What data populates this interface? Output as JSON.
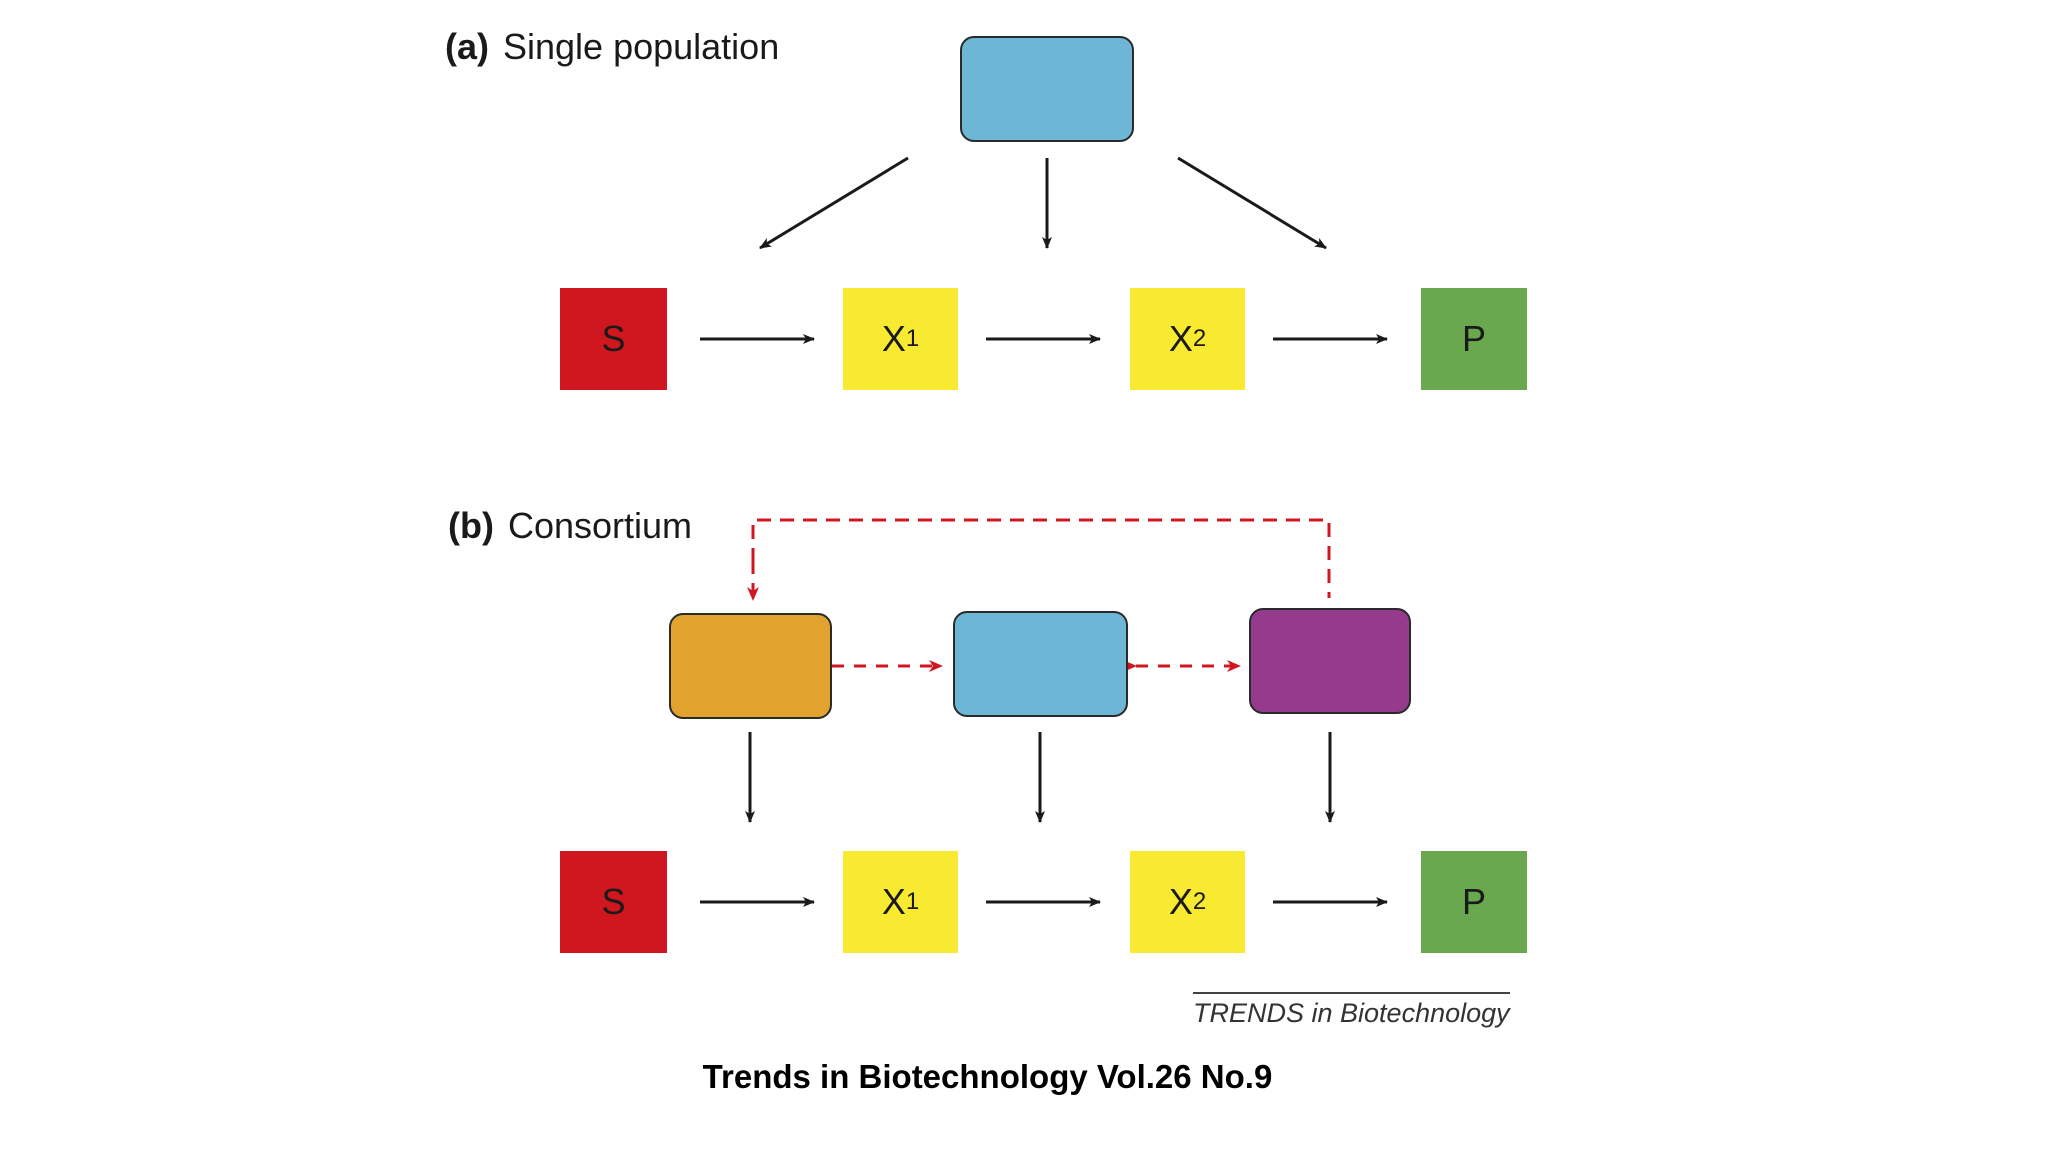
{
  "panel_a": {
    "tag": "(a)",
    "title": "Single population",
    "nodes": [
      {
        "main": "S",
        "sub": ""
      },
      {
        "main": "X",
        "sub": "1"
      },
      {
        "main": "X",
        "sub": "2"
      },
      {
        "main": "P",
        "sub": ""
      }
    ]
  },
  "panel_b": {
    "tag": "(b)",
    "title": "Consortium",
    "nodes": [
      {
        "main": "S",
        "sub": ""
      },
      {
        "main": "X",
        "sub": "1"
      },
      {
        "main": "X",
        "sub": "2"
      },
      {
        "main": "P",
        "sub": ""
      }
    ]
  },
  "colors": {
    "substrate": "#d0161f",
    "intermediate": "#f7ea31",
    "product": "#6aa84f",
    "cell_blue": "#6db6d6",
    "cell_orange": "#e2a32e",
    "cell_purple": "#953a8c",
    "interaction": "#d0161f"
  },
  "journal_credit": "TRENDS in Biotechnology",
  "footer": "Trends in Biotechnology Vol.26 No.9"
}
